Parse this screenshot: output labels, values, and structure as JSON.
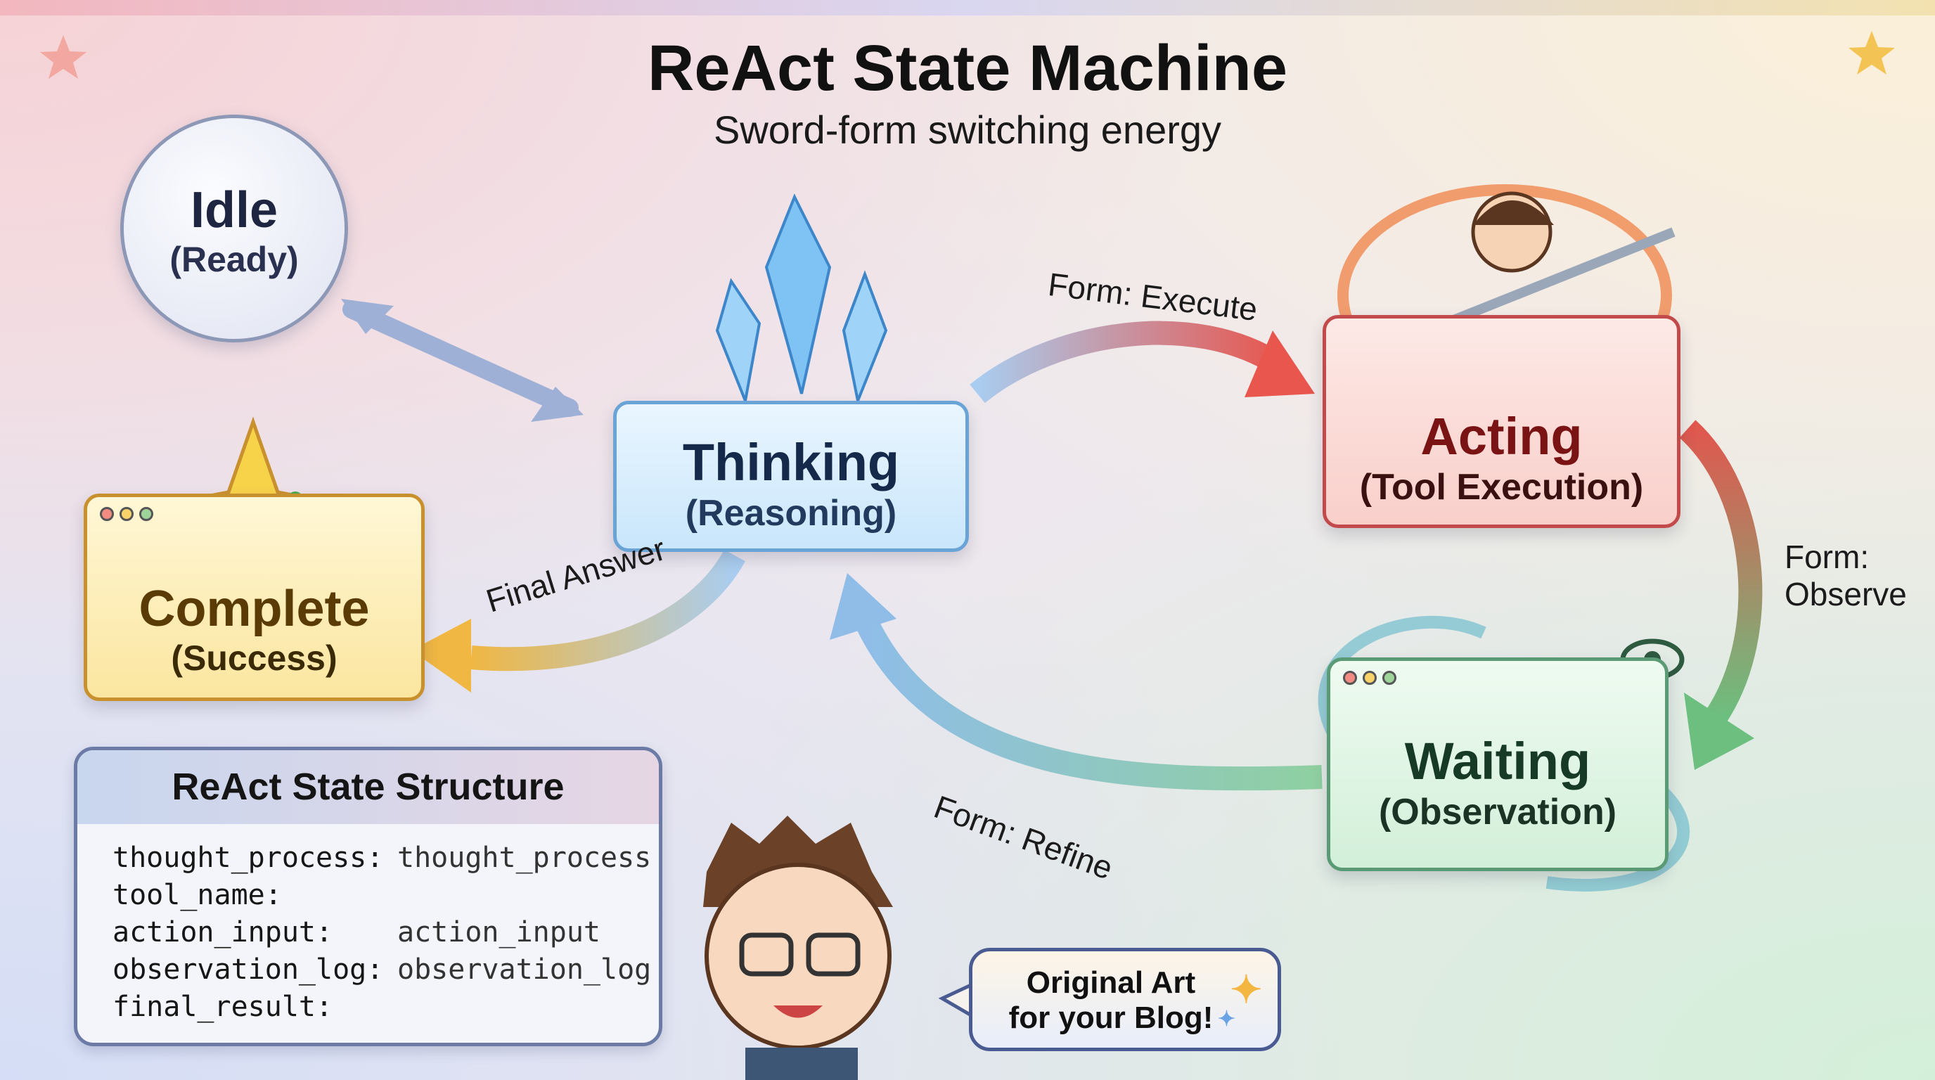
{
  "header": {
    "title": "ReAct State Machine",
    "subtitle": "Sword-form switching energy"
  },
  "states": {
    "idle": {
      "name": "Idle",
      "sub": "(Ready)"
    },
    "thinking": {
      "name": "Thinking",
      "sub": "(Reasoning)"
    },
    "acting": {
      "name": "Acting",
      "sub": "(Tool Execution)"
    },
    "waiting": {
      "name": "Waiting",
      "sub": "(Observation)"
    },
    "complete": {
      "name": "Complete",
      "sub": "(Success)"
    }
  },
  "transitions": {
    "execute": "Form: Execute",
    "observe_1": "Form:",
    "observe_2": "Observe",
    "refine": "Form: Refine",
    "final": "Final Answer"
  },
  "structure": {
    "title": "ReAct State Structure",
    "rows": [
      {
        "key": "thought_process:",
        "value": "thought_process"
      },
      {
        "key": "tool_name:",
        "value": ""
      },
      {
        "key": "action_input:",
        "value": "action_input"
      },
      {
        "key": "observation_log:",
        "value": "observation_log"
      },
      {
        "key": "final_result:",
        "value": ""
      }
    ]
  },
  "bubble": {
    "line1": "Original Art",
    "line2": "for your Blog!"
  },
  "colors": {
    "thinking": "#6aa4d6",
    "acting": "#c24a4a",
    "waiting": "#5a9a74",
    "complete": "#c9902e",
    "idle": "#8d97b6"
  }
}
